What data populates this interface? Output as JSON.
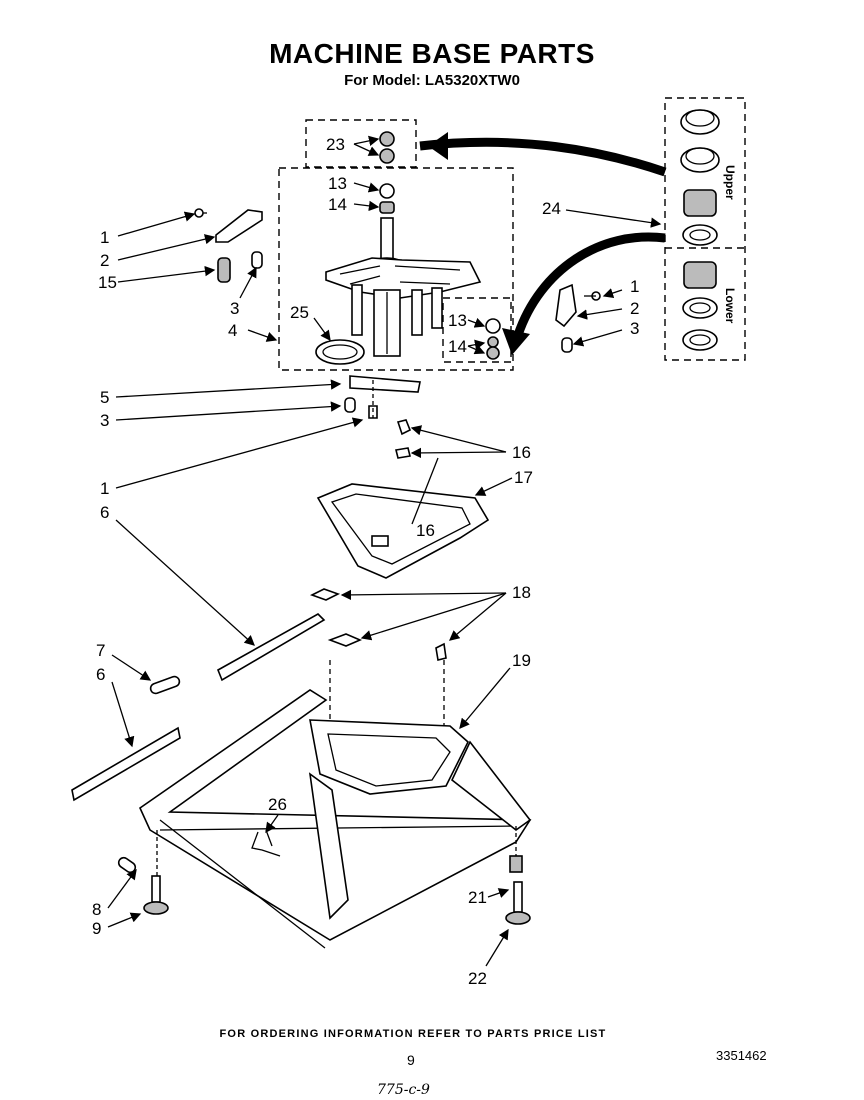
{
  "header": {
    "title": "MACHINE BASE PARTS",
    "subtitle": "For Model: LA5320XTW0"
  },
  "inset": {
    "upper_label": "Upper",
    "lower_label": "Lower"
  },
  "callouts": [
    "23",
    "13",
    "14",
    "24",
    "1",
    "2",
    "15",
    "3",
    "4",
    "25",
    "1",
    "2",
    "3",
    "13",
    "14",
    "5",
    "3",
    "16",
    "1",
    "17",
    "6",
    "16",
    "18",
    "7",
    "19",
    "6",
    "26",
    "8",
    "9",
    "21",
    "22"
  ],
  "footer": {
    "note": "FOR ORDERING INFORMATION REFER TO PARTS PRICE LIST",
    "page_number": "9",
    "doc_number": "3351462",
    "handwritten": "775-c-9"
  }
}
